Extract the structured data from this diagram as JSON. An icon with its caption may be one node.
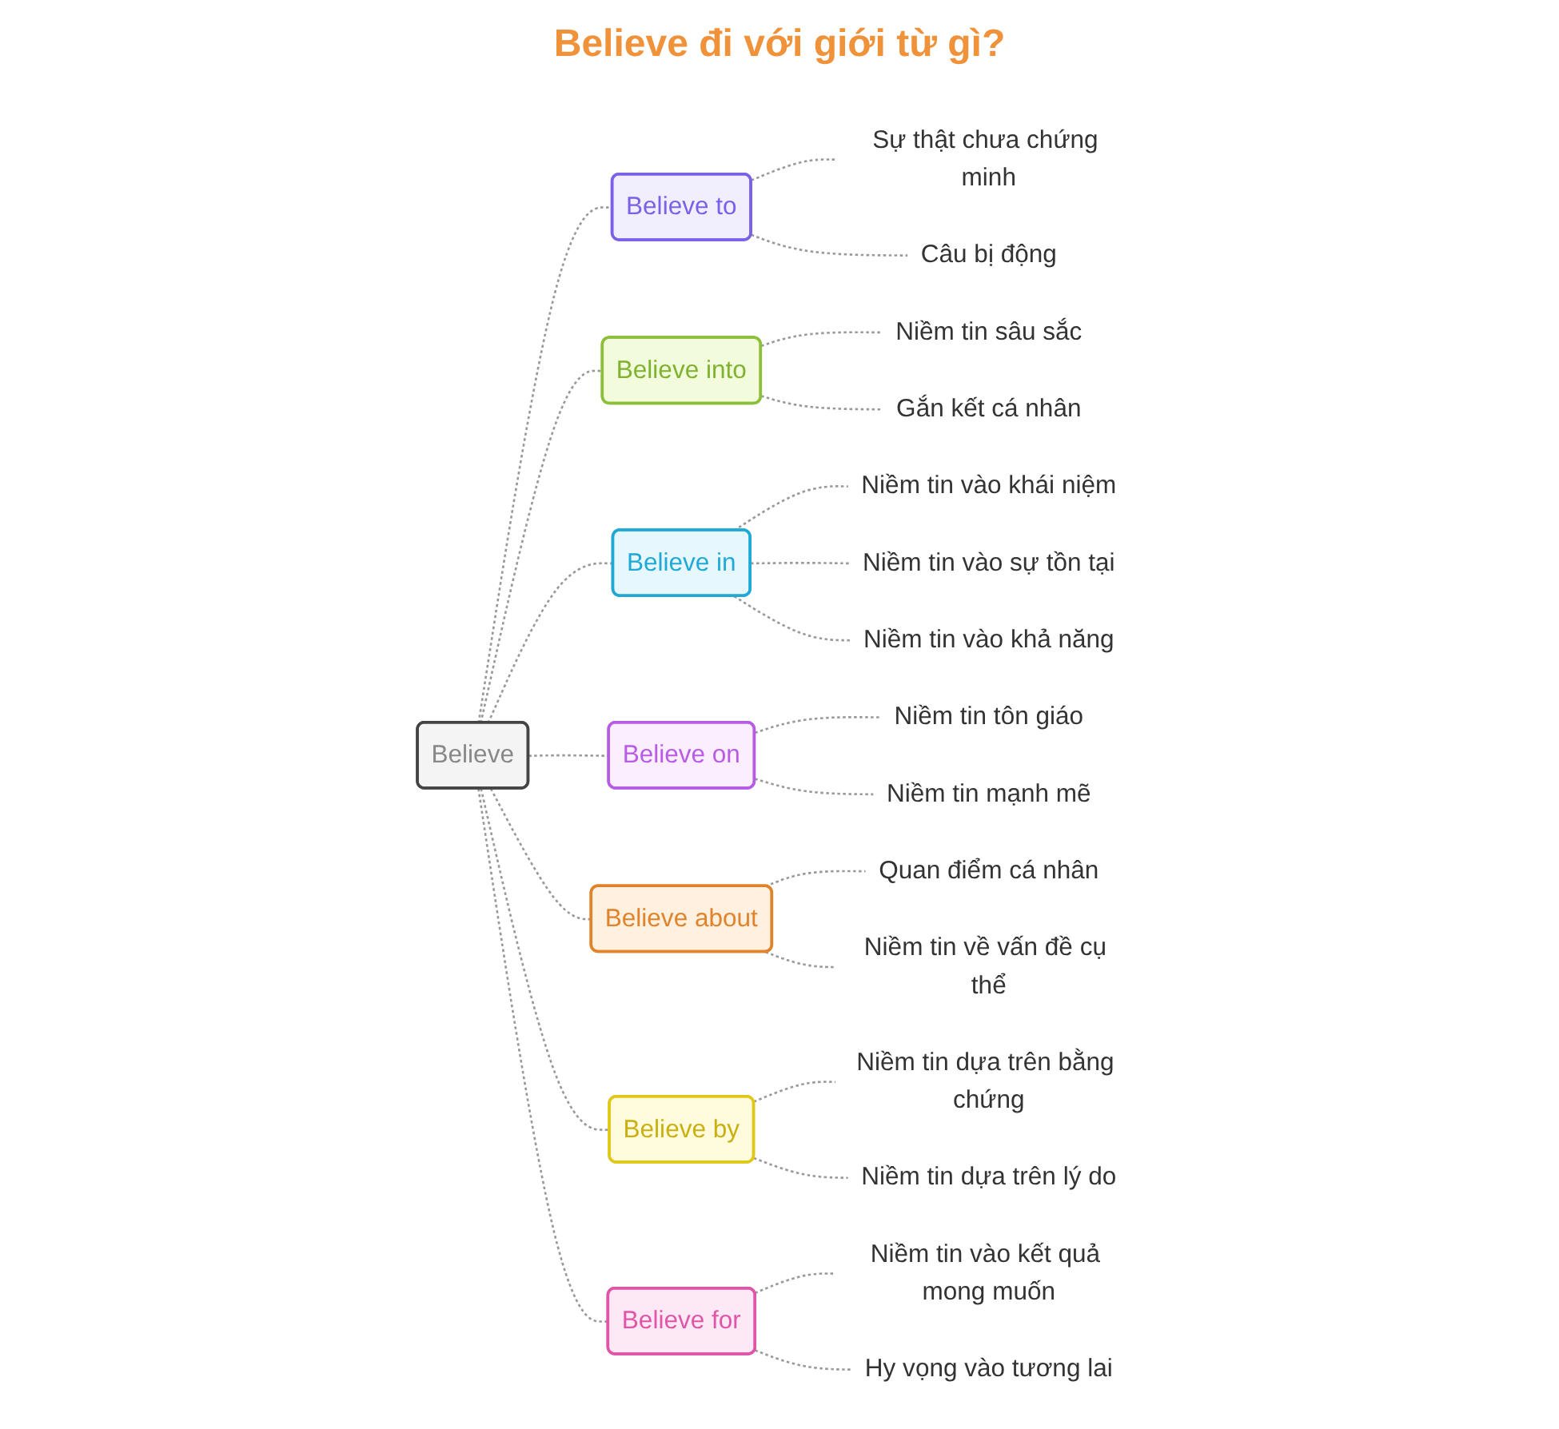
{
  "diagram": {
    "title": "Believe đi với giới từ gì?",
    "nodes": [
      {
        "text": [
          "Believe"
        ]
      },
      {
        "text": [
          "Believe to"
        ]
      },
      {
        "text": [
          "Sự thật chưa chứng minh"
        ]
      },
      {
        "text": [
          "Câu bị động"
        ]
      },
      {
        "text": [
          "Believe into"
        ]
      },
      {
        "text": [
          "Niềm tin sâu sắc"
        ]
      },
      {
        "text": [
          "Gắn kết cá nhân"
        ]
      },
      {
        "text": [
          "Believe in"
        ]
      },
      {
        "text": [
          "Niềm tin vào khái niệm"
        ]
      },
      {
        "text": [
          "Niềm tin vào sự tồn tại"
        ]
      },
      {
        "text": [
          "Niềm tin vào khả năng"
        ]
      },
      {
        "text": [
          "Believe on"
        ]
      },
      {
        "text": [
          "Niềm tin tôn giáo"
        ]
      },
      {
        "text": [
          "Niềm tin mạnh mẽ"
        ]
      },
      {
        "text": [
          "Believe about"
        ]
      },
      {
        "text": [
          "Quan điểm cá nhân"
        ]
      },
      {
        "text": [
          "Niềm tin về vấn đề cụ thể"
        ]
      },
      {
        "text": [
          "Believe by"
        ]
      },
      {
        "text": [
          "Niềm tin dựa trên bằng chứng"
        ]
      },
      {
        "text": [
          "Niềm tin dựa trên lý do"
        ]
      },
      {
        "text": [
          "Believe for"
        ]
      },
      {
        "text": [
          "Niềm tin vào kết quả mong muốn"
        ]
      },
      {
        "text": [
          "Hy vọng vào tương lai"
        ]
      }
    ],
    "edges": [
      {
        "from": 0,
        "to": 1,
        "arrow": "none",
        "style": "dashed"
      },
      {
        "from": 1,
        "to": 2,
        "arrow": "none",
        "style": "dashed"
      },
      {
        "from": 1,
        "to": 3,
        "arrow": "none",
        "style": "dashed"
      },
      {
        "from": 0,
        "to": 4,
        "arrow": "none",
        "style": "dashed"
      },
      {
        "from": 4,
        "to": 5,
        "arrow": "none",
        "style": "dashed"
      },
      {
        "from": 4,
        "to": 6,
        "arrow": "none",
        "style": "dashed"
      },
      {
        "from": 0,
        "to": 7,
        "arrow": "none",
        "style": "dashed"
      },
      {
        "from": 7,
        "to": 8,
        "arrow": "none",
        "style": "dashed"
      },
      {
        "from": 7,
        "to": 9,
        "arrow": "none",
        "style": "dashed"
      },
      {
        "from": 7,
        "to": 10,
        "arrow": "none",
        "style": "dashed"
      },
      {
        "from": 0,
        "to": 11,
        "arrow": "none",
        "style": "dashed"
      },
      {
        "from": 11,
        "to": 12,
        "arrow": "none",
        "style": "dashed"
      },
      {
        "from": 11,
        "to": 13,
        "arrow": "none",
        "style": "dashed"
      },
      {
        "from": 0,
        "to": 14,
        "arrow": "none",
        "style": "dashed"
      },
      {
        "from": 14,
        "to": 15,
        "arrow": "none",
        "style": "dashed"
      },
      {
        "from": 14,
        "to": 16,
        "arrow": "none",
        "style": "dashed"
      },
      {
        "from": 0,
        "to": 17,
        "arrow": "none",
        "style": "dashed"
      },
      {
        "from": 17,
        "to": 18,
        "arrow": "none",
        "style": "dashed"
      },
      {
        "from": 17,
        "to": 19,
        "arrow": "none",
        "style": "dashed"
      },
      {
        "from": 0,
        "to": 20,
        "arrow": "none",
        "style": "dashed"
      },
      {
        "from": 20,
        "to": 21,
        "arrow": "none",
        "style": "dashed"
      },
      {
        "from": 20,
        "to": 22,
        "arrow": "none",
        "style": "dashed"
      }
    ]
  }
}
